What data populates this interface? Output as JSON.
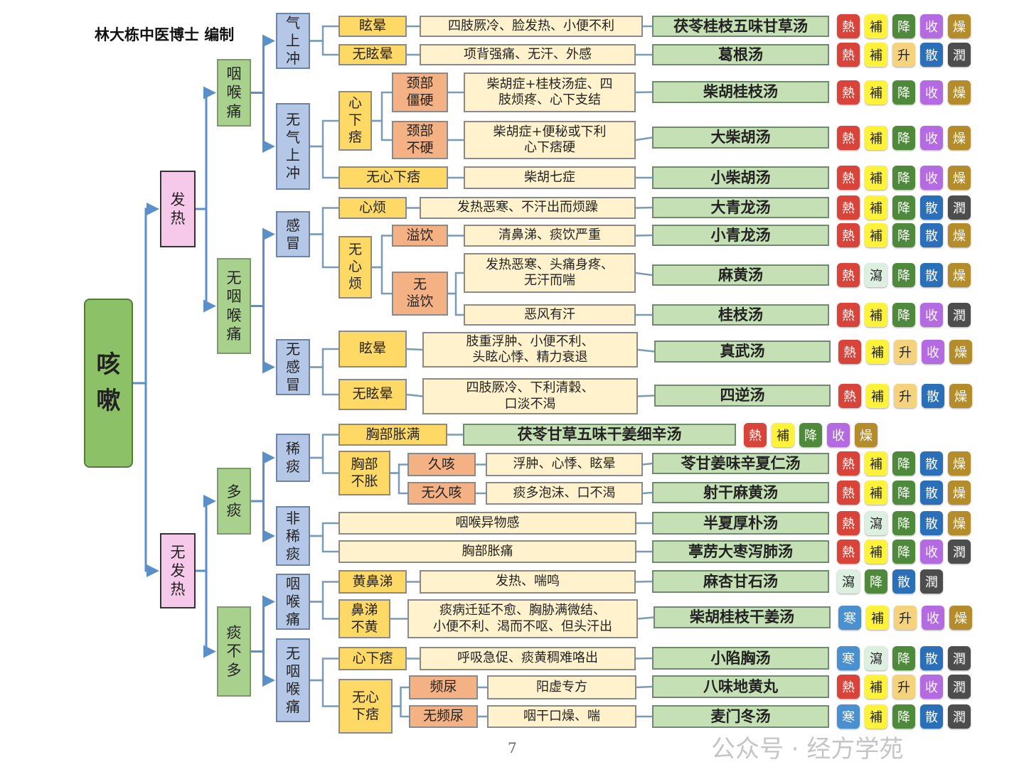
{
  "title": "林大栋中医博士 编制",
  "page_number": "7",
  "watermark": "公众号 · 经方学苑",
  "root": {
    "label": "咳\n嗽"
  },
  "level1": [
    "发\n热",
    "无\n发\n热"
  ],
  "level2": [
    "咽\n喉\n痛",
    "无\n咽\n喉\n痛",
    "多\n痰",
    "痰\n不\n多"
  ],
  "level3": [
    "气\n上\n冲",
    "无\n气\n上\n冲",
    "感\n冒",
    "无\n感\n冒",
    "稀\n痰",
    "非\n稀\n痰",
    "咽\n喉\n痛",
    "无\n咽\n喉\n痛"
  ],
  "groups": [
    "心\n下\n痞",
    "无\n心\n烦",
    "无\n溢饮",
    "胸部\n不胀",
    "无心\n下痞"
  ],
  "tag_colors": {
    "熱": "#d8433a",
    "補": "#fff23a",
    "降": "#4f8a3c",
    "收": "#b46ae0",
    "燥": "#b48c2c",
    "升": "#f5d27c",
    "散": "#2a6fb8",
    "潤": "#4d4d4d",
    "瀉": "#dcefe0",
    "寒": "#4a8fd0"
  },
  "rows": [
    {
      "cond": "眩晕",
      "desc": "四肢厥冷、脸发热、小便不利",
      "formula": "茯苓桂枝五味甘草汤",
      "tags": [
        "熱",
        "補",
        "降",
        "收",
        "燥"
      ]
    },
    {
      "cond": "无眩晕",
      "desc": "项背强痛、无汗、外感",
      "formula": "葛根汤",
      "tags": [
        "熱",
        "補",
        "升",
        "散",
        "潤"
      ]
    },
    {
      "cond": "颈部\n僵硬",
      "desc": "柴胡症+桂枝汤症、四\n肢烦疼、心下支结",
      "formula": "柴胡桂枝汤",
      "tags": [
        "熱",
        "補",
        "降",
        "收",
        "燥"
      ]
    },
    {
      "cond": "颈部\n不硬",
      "desc": "柴胡症+便秘或下利\n心下痞硬",
      "formula": "大柴胡汤",
      "tags": [
        "熱",
        "補",
        "降",
        "收",
        "燥"
      ]
    },
    {
      "cond": "无心下痞",
      "desc": "柴胡七症",
      "formula": "小柴胡汤",
      "tags": [
        "熱",
        "補",
        "降",
        "收",
        "燥"
      ]
    },
    {
      "cond": "心烦",
      "desc": "发热恶寒、不汗出而烦躁",
      "formula": "大青龙汤",
      "tags": [
        "熱",
        "補",
        "降",
        "散",
        "潤"
      ]
    },
    {
      "cond": "溢饮",
      "desc": "清鼻涕、痰饮严重",
      "formula": "小青龙汤",
      "tags": [
        "熱",
        "補",
        "降",
        "散",
        "燥"
      ]
    },
    {
      "desc": "发热恶寒、头痛身疼、\n无汗而喘",
      "formula": "麻黄汤",
      "tags": [
        "熱",
        "瀉",
        "降",
        "散",
        "燥"
      ]
    },
    {
      "desc": "恶风有汗",
      "formula": "桂枝汤",
      "tags": [
        "熱",
        "補",
        "降",
        "收",
        "潤"
      ]
    },
    {
      "cond": "眩晕",
      "desc": "肢重浮肿、小便不利、\n头眩心悸、精力衰退",
      "formula": "真武汤",
      "tags": [
        "熱",
        "補",
        "升",
        "收",
        "燥"
      ]
    },
    {
      "cond": "无眩晕",
      "desc": "四肢厥冷、下利清穀、\n口淡不渴",
      "formula": "四逆汤",
      "tags": [
        "熱",
        "補",
        "升",
        "散",
        "燥"
      ]
    },
    {
      "cond": "胸部胀满",
      "formula": "茯苓甘草五味干姜细辛汤",
      "tags": [
        "熱",
        "補",
        "降",
        "收",
        "燥"
      ]
    },
    {
      "cond": "久咳",
      "desc": "浮肿、心悸、眩晕",
      "formula": "苓甘姜味辛夏仁汤",
      "tags": [
        "熱",
        "補",
        "降",
        "散",
        "燥"
      ]
    },
    {
      "cond": "无久咳",
      "desc": "痰多泡沫、口不渴",
      "formula": "射干麻黄汤",
      "tags": [
        "熱",
        "補",
        "降",
        "散",
        "燥"
      ]
    },
    {
      "desc": "咽喉异物感",
      "formula": "半夏厚朴汤",
      "tags": [
        "熱",
        "瀉",
        "降",
        "散",
        "燥"
      ]
    },
    {
      "desc": "胸部胀痛",
      "formula": "葶苈大枣泻肺汤",
      "tags": [
        "熱",
        "補",
        "降",
        "收",
        "潤"
      ]
    },
    {
      "cond": "黄鼻涕",
      "desc": "发热、喘鸣",
      "formula": "麻杏甘石汤",
      "tags": [
        "瀉",
        "降",
        "散",
        "潤"
      ]
    },
    {
      "cond": "鼻涕\n不黄",
      "desc": "痰病迁延不愈、胸胁满微结、\n小便不利、渴而不呕、但头汗出",
      "formula": "柴胡桂枝干姜汤",
      "tags": [
        "寒",
        "補",
        "升",
        "收",
        "燥"
      ]
    },
    {
      "cond": "心下痞",
      "desc": "呼吸急促、痰黄稠难咯出",
      "formula": "小陷胸汤",
      "tags": [
        "寒",
        "瀉",
        "降",
        "散",
        "潤"
      ]
    },
    {
      "cond": "频尿",
      "desc": "阳虚专方",
      "formula": "八味地黄丸",
      "tags": [
        "熱",
        "補",
        "升",
        "收",
        "潤"
      ]
    },
    {
      "cond": "无频尿",
      "desc": "咽干口燥、喘",
      "formula": "麦门冬汤",
      "tags": [
        "寒",
        "補",
        "降",
        "散",
        "潤"
      ]
    }
  ]
}
